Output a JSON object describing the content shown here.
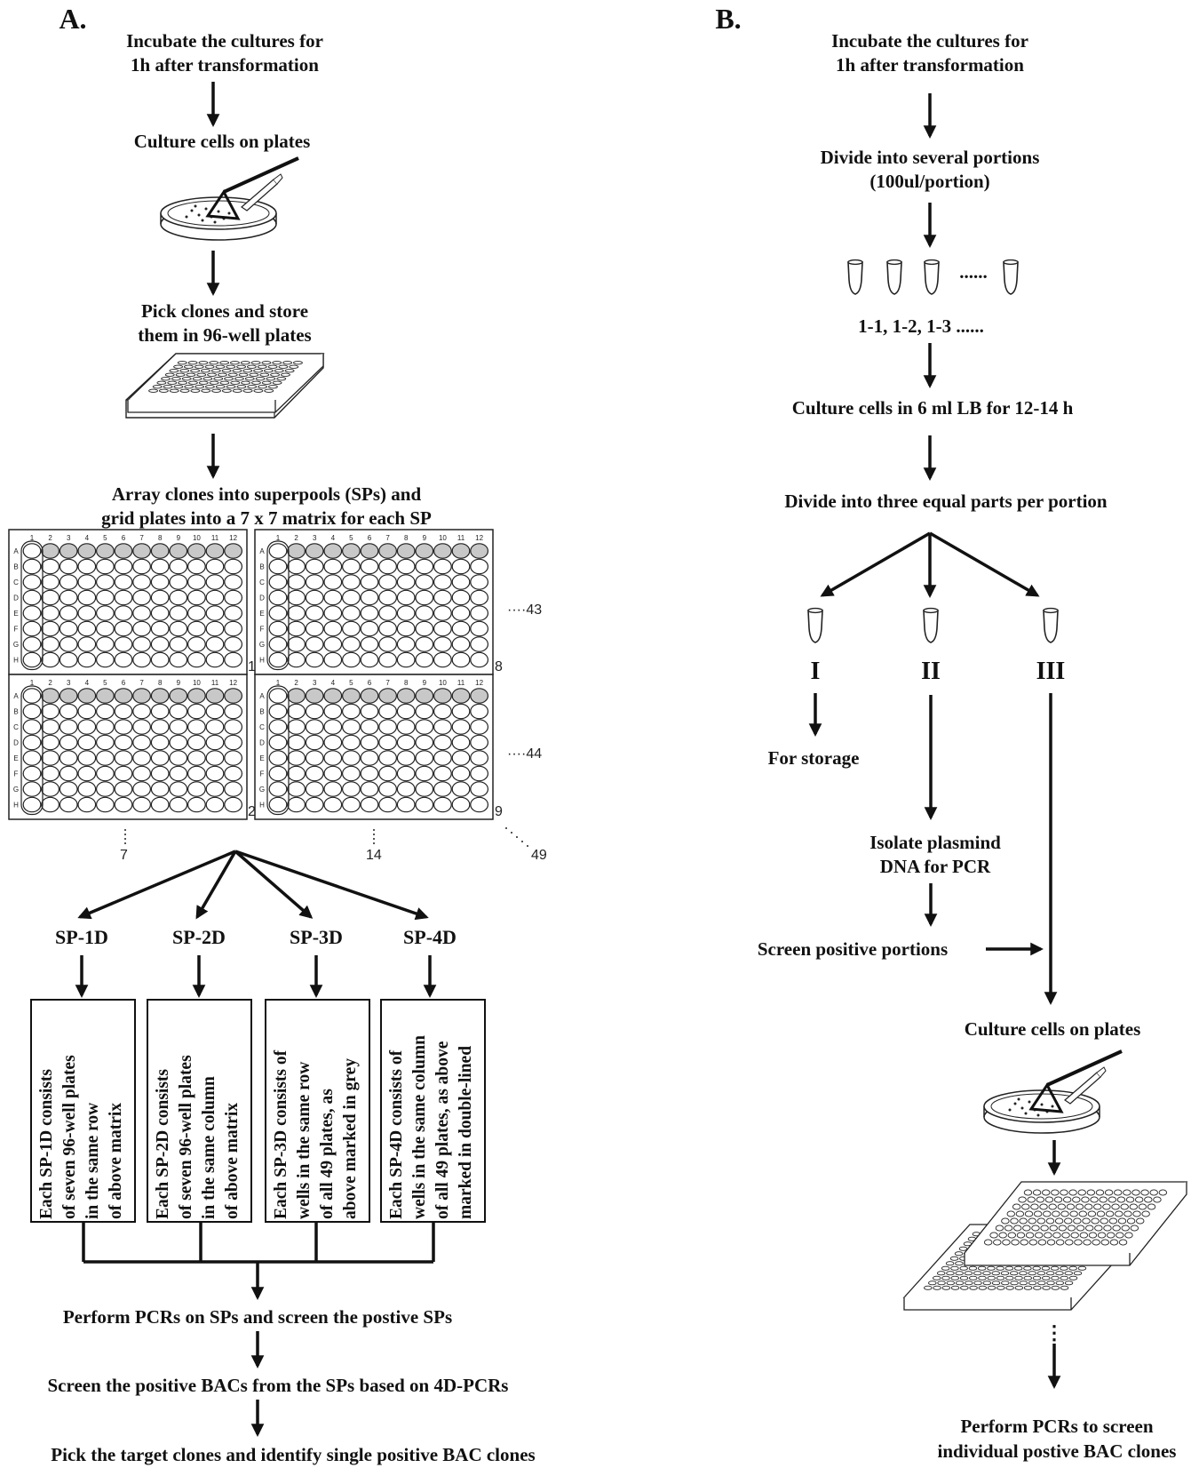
{
  "panel_a": {
    "label": "A.",
    "step1": [
      "Incubate the cultures for",
      "1h after transformation"
    ],
    "step2": "Culture cells on plates",
    "step3": [
      "Pick clones and store",
      "them in 96-well plates"
    ],
    "step4": [
      "Array clones into superpools (SPs) and",
      "grid plates into a 7 x 7 matrix for each SP"
    ],
    "plate_numbers": [
      "1",
      "8",
      "2",
      "9"
    ],
    "side_numbers": [
      "····43",
      "····44"
    ],
    "more_numbers": [
      "7",
      "14",
      "49"
    ],
    "superpools": [
      "SP-1D",
      "SP-2D",
      "SP-3D",
      "SP-4D"
    ],
    "superpool_texts": [
      [
        "Each SP-1D consists",
        "of seven 96-well plates",
        "in the same row",
        "of above matrix"
      ],
      [
        "Each SP-2D consists",
        "of seven 96-well plates",
        "in the same column",
        "of above matrix"
      ],
      [
        "Each SP-3D consists of",
        "wells in the same row",
        "of all 49 plates, as",
        "above marked in grey"
      ],
      [
        "Each SP-4D consists of",
        "wells in the same column",
        "of all 49 plates, as above",
        "marked in double-lined"
      ]
    ],
    "step5": "Perform PCRs on SPs and screen the postive SPs",
    "step6": "Screen the positive BACs from the SPs based on 4D-PCRs",
    "step7": "Pick the target clones and identify single positive BAC clones"
  },
  "panel_b": {
    "label": "B.",
    "step1": [
      "Incubate the cultures for",
      "1h after transformation"
    ],
    "step2": [
      "Divide into several portions",
      "(100ul/portion)"
    ],
    "tube_dots": "......",
    "portion_labels": "1-1, 1-2, 1-3 ......",
    "step3": "Culture cells in 6 ml LB for 12-14 h",
    "step4": "Divide into three equal parts per portion",
    "parts": [
      "I",
      "II",
      "III"
    ],
    "storage": "For storage",
    "isolate": [
      "Isolate  plasmind",
      "DNA for PCR"
    ],
    "screen": "Screen positive portions",
    "culture": "Culture cells on plates",
    "ellipsis": "⋮",
    "final": [
      "Perform PCRs to screen",
      "individual postive BAC clones"
    ]
  },
  "plate_rows": [
    "A",
    "B",
    "C",
    "D",
    "E",
    "F",
    "G",
    "H"
  ],
  "plate_cols": [
    "1",
    "2",
    "3",
    "4",
    "5",
    "6",
    "7",
    "8",
    "9",
    "10",
    "11",
    "12"
  ],
  "colors": {
    "ink": "#111111",
    "grey_well": "#c8c8c8",
    "background": "#ffffff"
  }
}
